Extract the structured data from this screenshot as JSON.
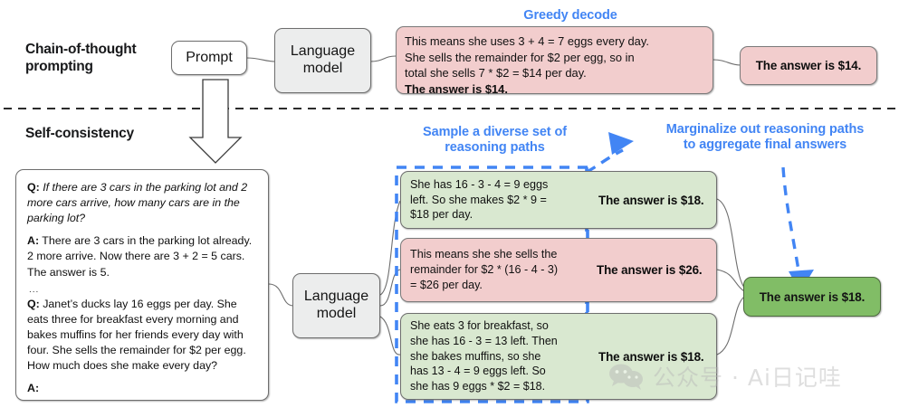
{
  "sections": {
    "cot": {
      "title": "Chain-of-thought\nprompting",
      "prompt_label": "Prompt",
      "model_label": "Language\nmodel",
      "caption": "Greedy decode",
      "output_lines": "This means she uses 3 + 4 = 7 eggs every day.\nShe sells the remainder for $2 per egg, so in\ntotal she sells 7 * $2 = $14 per day.",
      "output_bold": "The answer is $14.",
      "final_answer": "The answer is $14."
    },
    "sc": {
      "title": "Self-consistency",
      "model_label": "Language\nmodel",
      "caption_sample": "Sample a diverse set of\nreasoning paths",
      "caption_marginalize": "Marginalize out reasoning paths\nto aggregate final answers",
      "prompt": {
        "q1_tag": "Q:",
        "q1_text": "If there are 3 cars in the parking lot and 2 more cars arrive, how many cars are in the parking lot?",
        "a1_tag": "A:",
        "a1_text": "There are 3 cars in the parking lot already. 2 more arrive. Now there are 3 + 2 = 5 cars. The answer is 5.",
        "ellipsis": "...",
        "q2_tag": "Q:",
        "q2_text": "Janet’s ducks lay 16 eggs per day. She eats three for breakfast every morning and bakes muffins for her friends every day with four. She sells the remainder for $2 per egg. How much does she make every day?",
        "a2_tag": "A:"
      },
      "paths": [
        {
          "reasoning": "She has 16 - 3 - 4 = 9 eggs\nleft. So she makes $2 * 9 =\n$18 per day.",
          "answer": "The answer is $18.",
          "color": "green"
        },
        {
          "reasoning": "This means she she sells the\nremainder for $2 * (16 - 4 - 3)\n= $26 per day.",
          "answer": "The answer is $26.",
          "color": "pink"
        },
        {
          "reasoning": "She eats 3 for breakfast, so\nshe has 16 - 3 = 13 left. Then\nshe bakes muffins, so she\nhas 13 - 4 = 9 eggs left. So\nshe has 9 eggs * $2 = $18.",
          "answer": "The answer is $18.",
          "color": "green"
        }
      ],
      "final_answer": "The answer is $18."
    }
  },
  "watermark": {
    "icon": "wechat-icon",
    "text": "公众号 · Ai日记哇"
  },
  "colors": {
    "accent_blue": "#4285f4",
    "pink": "#f2cdcd",
    "light_green": "#d9e8d0",
    "dark_green": "#81bd66",
    "grey_node": "#eceded",
    "stroke": "#6e6e6e"
  }
}
